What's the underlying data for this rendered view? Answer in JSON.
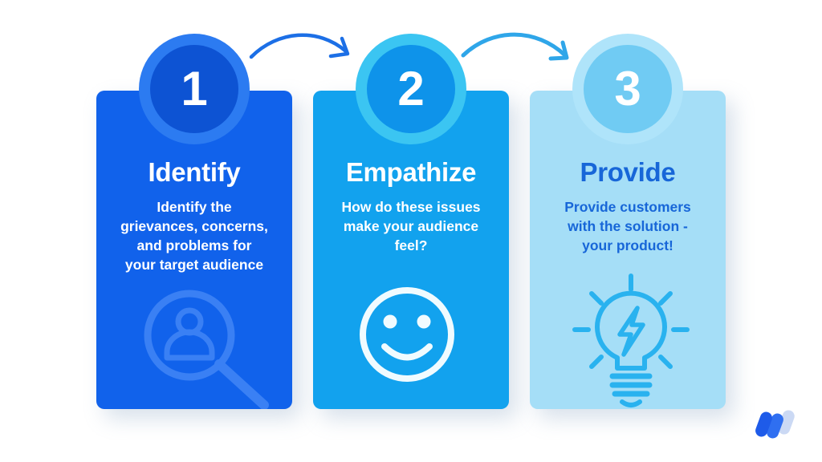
{
  "page": {
    "background_color": "#FFFFFF"
  },
  "steps": [
    {
      "number": "1",
      "title": "Identify",
      "description_lines": [
        "Identify the",
        "grievances, concerns,",
        "and problems for",
        "your target audience"
      ],
      "icon": "person-magnifier-icon",
      "colors": {
        "card": "#1162EB",
        "circle_ring": "#2C7BF1",
        "circle_fill": "#0D53D3",
        "number": "#FFFFFF",
        "title": "#FFFFFF",
        "text": "#FFFFFF",
        "icon": "#3A80F4"
      }
    },
    {
      "number": "2",
      "title": "Empathize",
      "description_lines": [
        "How do these issues",
        "make your audience",
        "feel?"
      ],
      "icon": "smiley-face-icon",
      "colors": {
        "card": "#12A2EE",
        "circle_ring": "#3BC5F2",
        "circle_fill": "#0E93EA",
        "number": "#FFFFFF",
        "title": "#FFFFFF",
        "text": "#FFFFFF",
        "icon": "#F0FBFF"
      }
    },
    {
      "number": "3",
      "title": "Provide",
      "description_lines": [
        "Provide customers",
        "with the solution -",
        "your product!"
      ],
      "icon": "lightbulb-bolt-icon",
      "colors": {
        "card": "#A5DEF7",
        "circle_ring": "#AFE4FA",
        "circle_fill": "#70CBF3",
        "number": "#FFFFFF",
        "title": "#1766D8",
        "text": "#1766D8",
        "icon": "#29B2EF"
      }
    }
  ],
  "arrows": [
    {
      "color": "#1C6FE6"
    },
    {
      "color": "#2FA6E9"
    }
  ],
  "logo": {
    "bar_colors": [
      "#1E5BE9",
      "#2F6FF1",
      "#CBD9F4"
    ]
  }
}
